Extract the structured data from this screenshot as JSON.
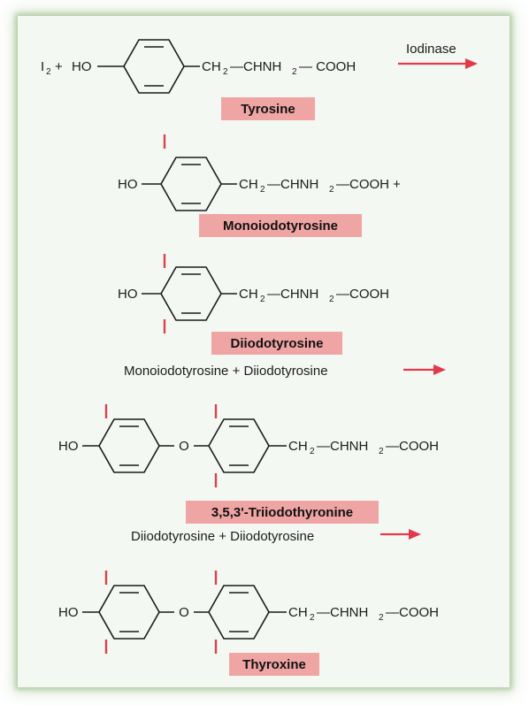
{
  "molecules": {
    "tyrosine": {
      "name": "Tyrosine",
      "reactant": "I",
      "reactant_sub": "2",
      "plus": "+",
      "ho": "HO",
      "chain": [
        "CH",
        "2",
        "—CHNH",
        "2",
        "— COOH"
      ],
      "enzyme": "Iodinase"
    },
    "monoiodotyrosine": {
      "name": "Monoiodotyrosine",
      "ho": "HO",
      "chain": [
        "CH",
        "2",
        "—CHNH",
        "2",
        "—COOH +"
      ]
    },
    "diiodotyrosine": {
      "name": "Diiodotyrosine",
      "ho": "HO",
      "chain": [
        "CH",
        "2",
        "—CHNH",
        "2",
        "—COOH"
      ],
      "reaction": "Monoiodotyrosine + Diiodotyrosine"
    },
    "triiodothyronine": {
      "name": "3,5,3'-Triiodothyronine",
      "ho": "HO",
      "o": "O",
      "chain": [
        "CH",
        "2",
        "—CHNH",
        "2",
        "—COOH"
      ],
      "reaction": "Diiodotyrosine + Diiodotyrosine"
    },
    "thyroxine": {
      "name": "Thyroxine",
      "ho": "HO",
      "o": "O",
      "chain": [
        "CH",
        "2",
        "—CHNH",
        "2",
        "—COOH"
      ]
    }
  },
  "colors": {
    "label_background": "#f0a5a5",
    "arrow": "#e23a4b",
    "iodine_marker": "#d8444c",
    "panel_background": "#f4f8f2"
  }
}
